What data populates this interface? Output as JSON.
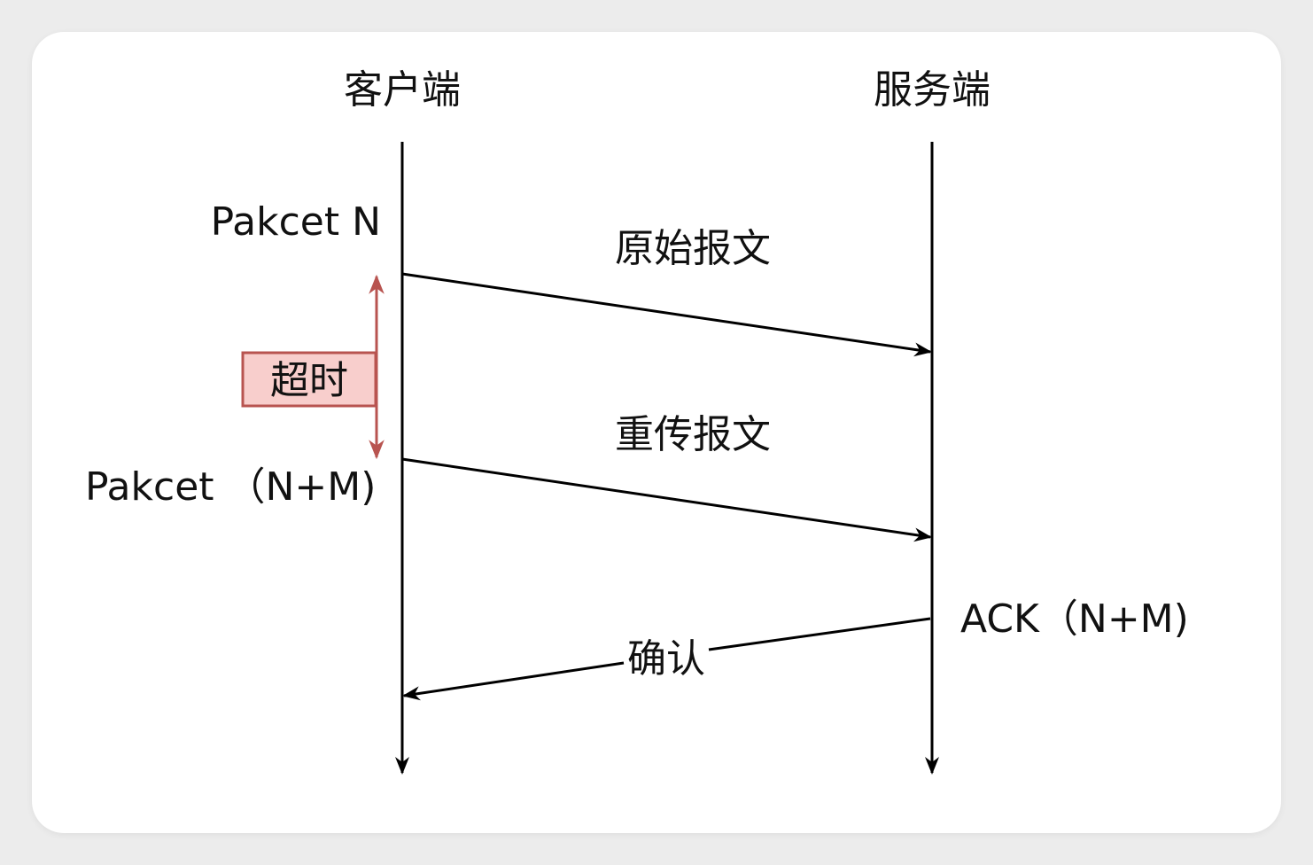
{
  "participants": {
    "client": "客户端",
    "server": "服务端"
  },
  "messages": {
    "original": "原始报文",
    "retransmit": "重传报文",
    "confirm": "确认"
  },
  "events": {
    "packet_n": "Pakcet N",
    "packet_nm": "Pakcet （N+M)",
    "ack_nm": "ACK（N+M)"
  },
  "timeout": {
    "label": "超时"
  },
  "colors": {
    "line": "#000000",
    "timeout_arrow": "#b85450",
    "timeout_fill": "#f8cecc",
    "timeout_border": "#b85450"
  }
}
